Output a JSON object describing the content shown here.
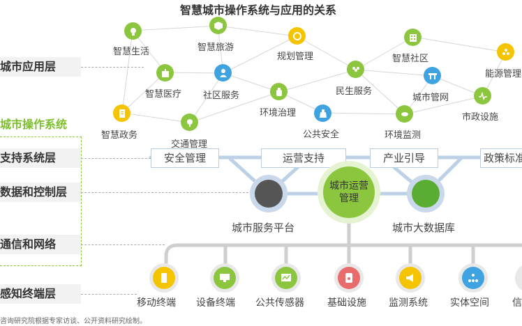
{
  "title": "智慧城市操作系统与应用的关系",
  "layers": {
    "app": "城市应用层",
    "os": "城市操作系统",
    "support": "支持系统层",
    "data": "数据和控制层",
    "network": "通信和网络",
    "terminal": "感知终端层"
  },
  "apps": [
    {
      "label": "智慧生活",
      "icon": "lightbulb-icon",
      "color": "#8cc63f"
    },
    {
      "label": "智慧旅游",
      "icon": "cube-icon",
      "color": "#8cc63f"
    },
    {
      "label": "规划管理",
      "icon": "ring-icon",
      "color": "#f5c400"
    },
    {
      "label": "智慧社区",
      "icon": "building-icon",
      "color": "#8cc63f"
    },
    {
      "label": "能源管理",
      "icon": "coins-icon",
      "color": "#f5c400"
    },
    {
      "label": "智慧医疗",
      "icon": "hospital-icon",
      "color": "#8cc63f"
    },
    {
      "label": "社区服务",
      "icon": "person-icon",
      "color": "#3ea3e0"
    },
    {
      "label": "民生服务",
      "icon": "group-icon",
      "color": "#8cc63f"
    },
    {
      "label": "城市管网",
      "icon": "pipe-icon",
      "color": "#3ea3e0"
    },
    {
      "label": "环境治理",
      "icon": "bottle-icon",
      "color": "#8cc63f"
    },
    {
      "label": "市政设施",
      "icon": "pulse-icon",
      "color": "#8cc63f"
    },
    {
      "label": "智慧政务",
      "icon": "document-icon",
      "color": "#f5c400"
    },
    {
      "label": "交通管理",
      "icon": "traffic-icon",
      "color": "#8cc63f"
    },
    {
      "label": "公共安全",
      "icon": "flask-icon",
      "color": "#3ea3e0"
    },
    {
      "label": "环境监测",
      "icon": "leaf-icon",
      "color": "#8cc63f"
    }
  ],
  "support_tags": [
    "安全管理",
    "运营支持",
    "产业引导",
    "政策标准"
  ],
  "core": {
    "center": "城市运营管理",
    "left": "城市服务平台",
    "right": "城市大数据库"
  },
  "terminals": [
    {
      "label": "移动终端",
      "icon": "phone-icon",
      "color": "#f5c400"
    },
    {
      "label": "设备终端",
      "icon": "monitor-icon",
      "color": "#8cc63f"
    },
    {
      "label": "公共传感器",
      "icon": "chart-icon",
      "color": "#8cc63f"
    },
    {
      "label": "基础设施",
      "icon": "device-icon",
      "color": "#e96b6b"
    },
    {
      "label": "监测系统",
      "icon": "megaphone-icon",
      "color": "#f5c400"
    },
    {
      "label": "实体空间",
      "icon": "network-icon",
      "color": "#3ea3e0"
    },
    {
      "label": "信",
      "icon": "circle-icon",
      "color": "#3ea3e0"
    }
  ],
  "footnote": "咨询研究院根据专家访谈、公开资料研究绘制。"
}
